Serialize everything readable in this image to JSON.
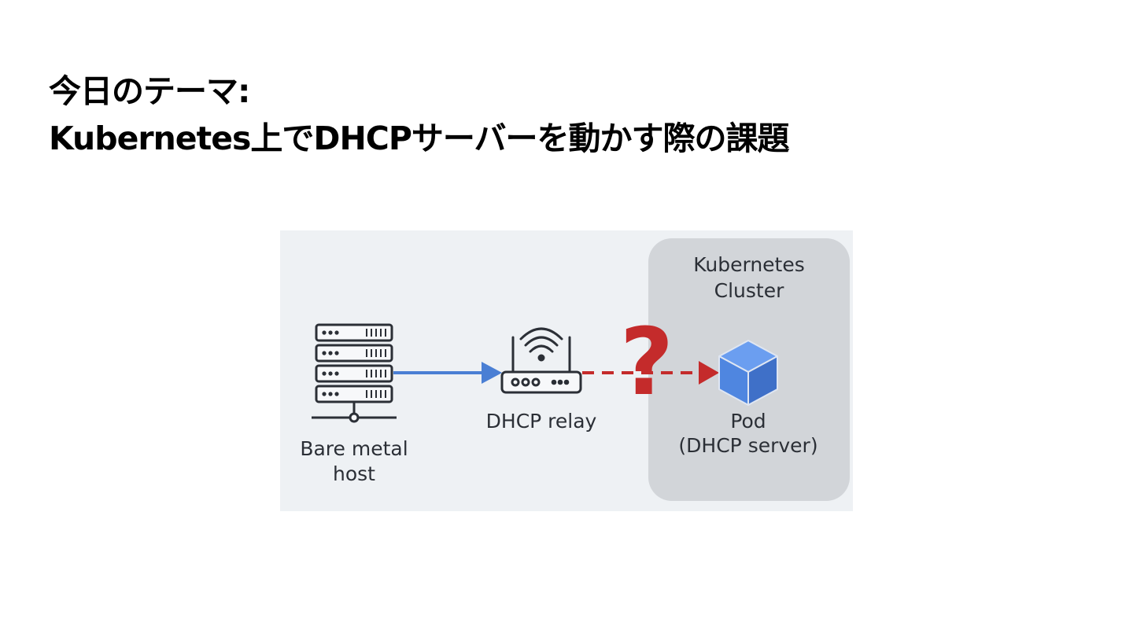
{
  "slide": {
    "title_line1": "今日のテーマ:",
    "title_line2": "Kubernetes上でDHCPサーバーを動かす際の課題"
  },
  "diagram": {
    "host": {
      "label_line1": "Bare metal",
      "label_line2": "host",
      "icon": "server-rack-icon"
    },
    "relay": {
      "label": "DHCP relay",
      "icon": "wifi-router-icon"
    },
    "unknown": {
      "glyph": "?",
      "icon": "question-mark-icon"
    },
    "cluster": {
      "label_line1": "Kubernetes",
      "label_line2": "Cluster"
    },
    "pod": {
      "label_line1": "Pod",
      "label_line2": "(DHCP server)",
      "icon": "cube-icon"
    },
    "colors": {
      "blue_arrow": "#4a7fd4",
      "red_arrow": "#c42b2b",
      "cube_top": "#6b9ef0",
      "cube_left": "#4f86e0",
      "cube_right": "#3f70c8",
      "cluster_bg": "#d2d5d9",
      "diagram_bg": "#eef1f4"
    }
  }
}
